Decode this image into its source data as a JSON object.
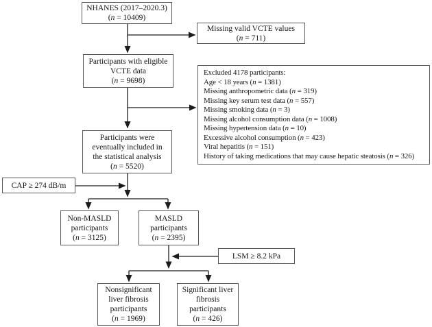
{
  "figure": {
    "type": "flowchart",
    "colors": {
      "background": "#ffffff",
      "box_border": "#565656",
      "arrow": "#1c1c1c",
      "text": "#141414"
    }
  },
  "nodes": {
    "nhanes": {
      "lines": [
        "NHANES (2017–2020.3)",
        "(n = 10409)"
      ]
    },
    "missing": {
      "lines": [
        "Missing valid VCTE values",
        "(n = 711)"
      ]
    },
    "eligible": {
      "lines": [
        "Participants with eligible",
        "VCTE data",
        "(n = 9698)"
      ]
    },
    "excluded": {
      "lines": [
        "Excluded 4178 participants:",
        "Age < 18 years (n = 1381)",
        "Missing anthropometric data (n = 319)",
        "Missing key serum test data (n = 557)",
        "Missing smoking data (n = 3)",
        "Missing alcohol consumption data (n = 1008)",
        "Missing hypertension data (n = 10)",
        "Excessive alcohol consumption (n = 423)",
        "Viral hepatitis (n = 151)",
        "History of taking medications that may cause hepatic steatosis (n = 326)"
      ]
    },
    "included": {
      "lines": [
        "Participants were",
        "eventually included in",
        "the statistical analysis",
        "(n = 5520)"
      ]
    },
    "cap": {
      "lines": [
        "CAP ≥ 274 dB/m"
      ]
    },
    "nonmasld": {
      "lines": [
        "Non-MASLD",
        "participants",
        "(n = 3125)"
      ]
    },
    "masld": {
      "lines": [
        "MASLD",
        "participants",
        "(n = 2395)"
      ]
    },
    "lsm": {
      "lines": [
        "LSM ≥ 8.2 kPa"
      ]
    },
    "nonsig": {
      "lines": [
        "Nonsignificant",
        "liver fibrosis",
        "participants",
        "(n = 1969)"
      ]
    },
    "sig": {
      "lines": [
        "Significant liver",
        "fibrosis",
        "participants",
        "(n = 426)"
      ]
    }
  }
}
